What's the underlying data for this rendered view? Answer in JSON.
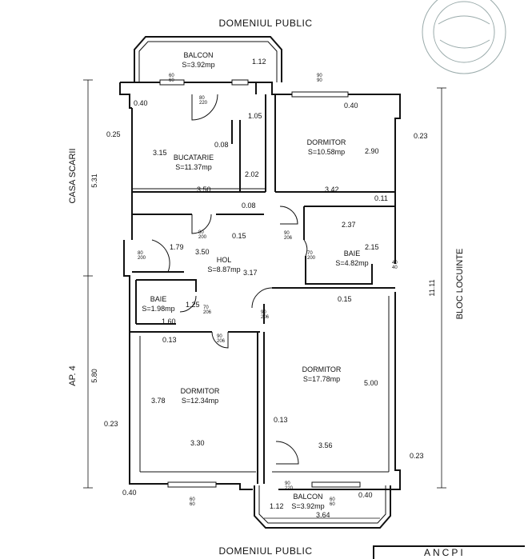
{
  "labels": {
    "top_street": "DOMENIUL PUBLIC",
    "bottom_street": "DOMENIUL PUBLIC",
    "left_upper": "CASA SCARII",
    "left_lower": "AP. 4",
    "right_side": "BLOC LOCUINTE",
    "stamp_text": "ANCPI"
  },
  "rooms": {
    "balcon_top": {
      "name": "BALCON",
      "area": "S=3.92mp"
    },
    "bucatarie": {
      "name": "BUCATARIE",
      "area": "S=11.37mp"
    },
    "dormitor_top": {
      "name": "DORMITOR",
      "area": "S=10.58mp"
    },
    "hol": {
      "name": "HOL",
      "area": "S=8.87mp"
    },
    "baie_right": {
      "name": "BAIE",
      "area": "S=4.82mp"
    },
    "baie_left": {
      "name": "BAIE",
      "area": "S=1.98mp"
    },
    "dormitor_left": {
      "name": "DORMITOR",
      "area": "S=12.34mp"
    },
    "dormitor_right": {
      "name": "DORMITOR",
      "area": "S=17.78mp"
    },
    "balcon_bottom": {
      "name": "BALCON",
      "area": "S=3.92mp"
    }
  },
  "dimensions": {
    "d_1_12_top": "1.12",
    "d_0_40_a": "0.40",
    "d_0_40_b": "0.40",
    "d_1_05": "1.05",
    "d_0_25": "0.25",
    "d_0_23_a": "0.23",
    "d_3_15": "3.15",
    "d_0_08_a": "0.08",
    "d_2_90": "2.90",
    "d_2_02": "2.02",
    "d_5_31": "5.31",
    "d_3_50_a": "3.50",
    "d_3_42": "3.42",
    "d_0_11": "0.11",
    "d_0_08_b": "0.08",
    "d_2_37": "2.37",
    "d_1_79": "1.79",
    "d_0_15_a": "0.15",
    "d_2_15": "2.15",
    "d_3_50_b": "3.50",
    "d_3_17": "3.17",
    "d_11_11": "11.11",
    "d_1_25": "1.25",
    "d_0_15_b": "0.15",
    "d_1_60": "1.60",
    "d_0_13_a": "0.13",
    "d_5_80": "5.80",
    "d_3_78": "3.78",
    "d_5_00": "5.00",
    "d_0_23_b": "0.23",
    "d_0_13_b": "0.13",
    "d_3_30": "3.30",
    "d_3_56": "3.56",
    "d_0_23_c": "0.23",
    "d_0_40_c": "0.40",
    "d_0_40_d": "0.40",
    "d_1_12_bottom": "1.12",
    "d_3_64": "3.64"
  },
  "door_tags": {
    "dt1": "80\n220",
    "dt2": "80\n200",
    "dt3": "90\n206",
    "dt4": "80\n200",
    "dt5": "70\n200",
    "dt6": "70\n206",
    "dt7": "90\n206",
    "dt8": "90\n206",
    "dt9": "90\n220",
    "dt10": "40\n40"
  },
  "window_tags": {
    "w1": "60\n60",
    "w2": "90\n90",
    "w3": "60\n60",
    "w4": "60\n60"
  }
}
